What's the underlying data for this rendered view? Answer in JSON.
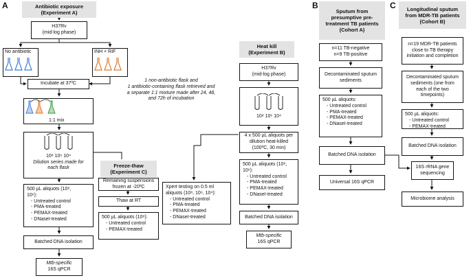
{
  "panels": {
    "a": "A",
    "b": "B",
    "c": "C"
  },
  "a": {
    "header": [
      "Antibiotic exposure",
      "(Experiment A)"
    ],
    "strain": [
      "H37Rv",
      "(mid-log phase)"
    ],
    "no_antibiotic": "No antibiotic",
    "inh_rif": "INH + RIF",
    "incubate": "Incubate at 37ºC",
    "mix": "1:1 mix",
    "retrieval_note": [
      "1 non-antibiotic flask and",
      "1 antibiotic-containing flask retrieved and",
      "a separate 1:1 mixture made after 24, 48,",
      "and 72h of incubation"
    ],
    "dilution_labels": "10⁸ 10⁶ 10⁴",
    "dilution_note": [
      "Dilution series made for",
      "each flask"
    ],
    "aliquots_title": [
      "500 µL aliquots (10⁸,",
      "10⁶):"
    ],
    "aliquots_items": [
      "Untreated control",
      "PMA-treated",
      "PEMAX-treated",
      "DNaseI-treated"
    ],
    "batched": "Batched DNA isolation",
    "qpcr": [
      "Mtb-specific",
      "16S qPCR"
    ]
  },
  "c_exp": {
    "header": [
      "Freeze-thaw",
      "(Experiment C)"
    ],
    "remaining": [
      "Remaining",
      "suspensions",
      "frozen at -20ºC"
    ],
    "thaw": "Thaw at RT",
    "aliquots_title": [
      "500 µL aliquots (10⁸):"
    ],
    "aliquots_items": [
      "Untreated control",
      "PEMAX-treated"
    ]
  },
  "xpert": {
    "title": [
      "Xpert testing on 0.5 ml",
      "aliquots (10⁸, 10⁶, 10⁴):"
    ],
    "items": [
      "Untreated control",
      "PMA-treated",
      "PEMAX-treated",
      "DNaseI-treated"
    ]
  },
  "b_exp": {
    "header": [
      "Heat kill",
      "(Experiment B)"
    ],
    "strain": [
      "H37Rv",
      "(mid-log phase)"
    ],
    "dilution_labels": "10⁸ 10⁶ 10⁴",
    "heat": [
      "4 x 500 µL aliquots per",
      "dilution heat-killed",
      "(100ºC, 30 min)"
    ],
    "aliquots_title": [
      "500 µL aliquots (10⁸,",
      "10⁶):"
    ],
    "aliquots_items": [
      "Untreated control",
      "PMA-treated",
      "PEMAX-treated",
      "DNaseI-treated"
    ],
    "batched": "Batched DNA isolation",
    "qpcr": [
      "Mtb-specific",
      "16S qPCR"
    ]
  },
  "b": {
    "header": [
      "Sputum from",
      "presumptive pre-",
      "treatment TB patients",
      "(Cohort A)"
    ],
    "counts": [
      "n=11 TB-negative",
      "n=9 TB-positive"
    ],
    "decon": [
      "Decontaminated sputum",
      "sediments"
    ],
    "aliquots_title": [
      "500 µL aliquots:"
    ],
    "aliquots_items": [
      "Untreated control",
      "PMA-treated",
      "PEMAX-treated",
      "DNaseI-treated"
    ],
    "batched": "Batched DNA isolation",
    "qpcr": "Universal 16S qPCR"
  },
  "c": {
    "header": [
      "Longitudinal sputum",
      "from MDR-TB patients",
      "(Cohort B)"
    ],
    "counts": [
      "n=19 MDR-TB patients",
      "close to TB therapy",
      "initiation and completion"
    ],
    "decon": [
      "Decontaminated sputum",
      "sediments (one from",
      "each of the two",
      "timepoints)"
    ],
    "aliquots_title": [
      "500 µL aliquots:"
    ],
    "aliquots_items": [
      "Untreated control",
      "PEMAX-treated"
    ],
    "batched": "Batched DNA isolation",
    "seq": [
      "16S rRNA gene",
      "sequencing"
    ],
    "analysis": "Microbiome analysis"
  },
  "colors": {
    "flask_blue": "#3f7fd0",
    "flask_orange": "#e07a2e",
    "flask_green": "#3a9a3a",
    "header_gray": "#e3e3e3"
  }
}
